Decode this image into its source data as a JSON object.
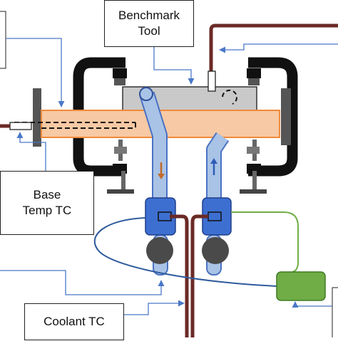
{
  "labels": {
    "benchmark_tool": [
      "Benchmark",
      "Tool"
    ],
    "base_temp_tc": [
      "Base",
      "Temp TC"
    ],
    "coolant_tc": "Coolant TC"
  },
  "colors": {
    "clamp": "#111111",
    "tool_body": "#c9c9c9",
    "base_block": "#f7c9a4",
    "base_block_border": "#f08a3a",
    "coolant_tube": "#a9c3e6",
    "coolant_tube_border": "#4a72c4",
    "fitting": "#3d6fd1",
    "pump_ball": "#4a4a4a",
    "thermocouple_wire": "#6b2a26",
    "controller": "#70ad47",
    "callout_arrow": "#4a78c8",
    "flow_arrow_down": "#c0692a",
    "flow_arrow_up": "#2e5cb8"
  },
  "icons": {
    "flow_down": "arrow-down-icon",
    "flow_up": "arrow-up-icon"
  }
}
